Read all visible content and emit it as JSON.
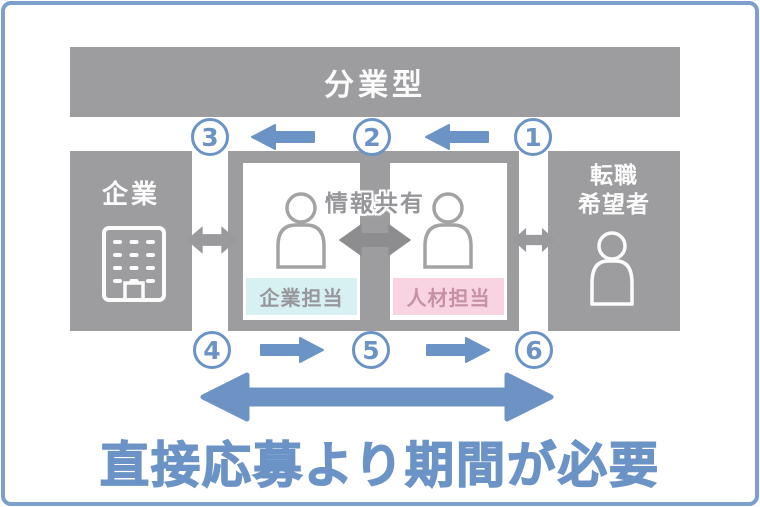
{
  "header": {
    "title": "分業型"
  },
  "entities": {
    "company": {
      "label": "企業",
      "icon": "building-icon"
    },
    "job_seeker": {
      "label_line1": "転職",
      "label_line2": "希望者",
      "icon": "person-icon"
    }
  },
  "agency": {
    "info_share_label": "情報共有",
    "company_agent": {
      "label": "企業担当",
      "bg_color": "#d7f0f2",
      "text_color": "#97979b"
    },
    "talent_agent": {
      "label": "人材担当",
      "bg_color": "#f8d3e2",
      "text_color": "#c691a4"
    }
  },
  "top_flow": {
    "direction": "right-to-left",
    "steps": [
      "3",
      "2",
      "1"
    ]
  },
  "bottom_flow": {
    "direction": "left-to-right",
    "steps": [
      "4",
      "5",
      "6"
    ]
  },
  "caption": {
    "text": "直接応募より期間が必要"
  },
  "colors": {
    "frame_border": "#7ca0cb",
    "box_gray": "#9d9da0",
    "accent_blue": "#6b93c6",
    "icon_white": "#fbfbfb"
  }
}
